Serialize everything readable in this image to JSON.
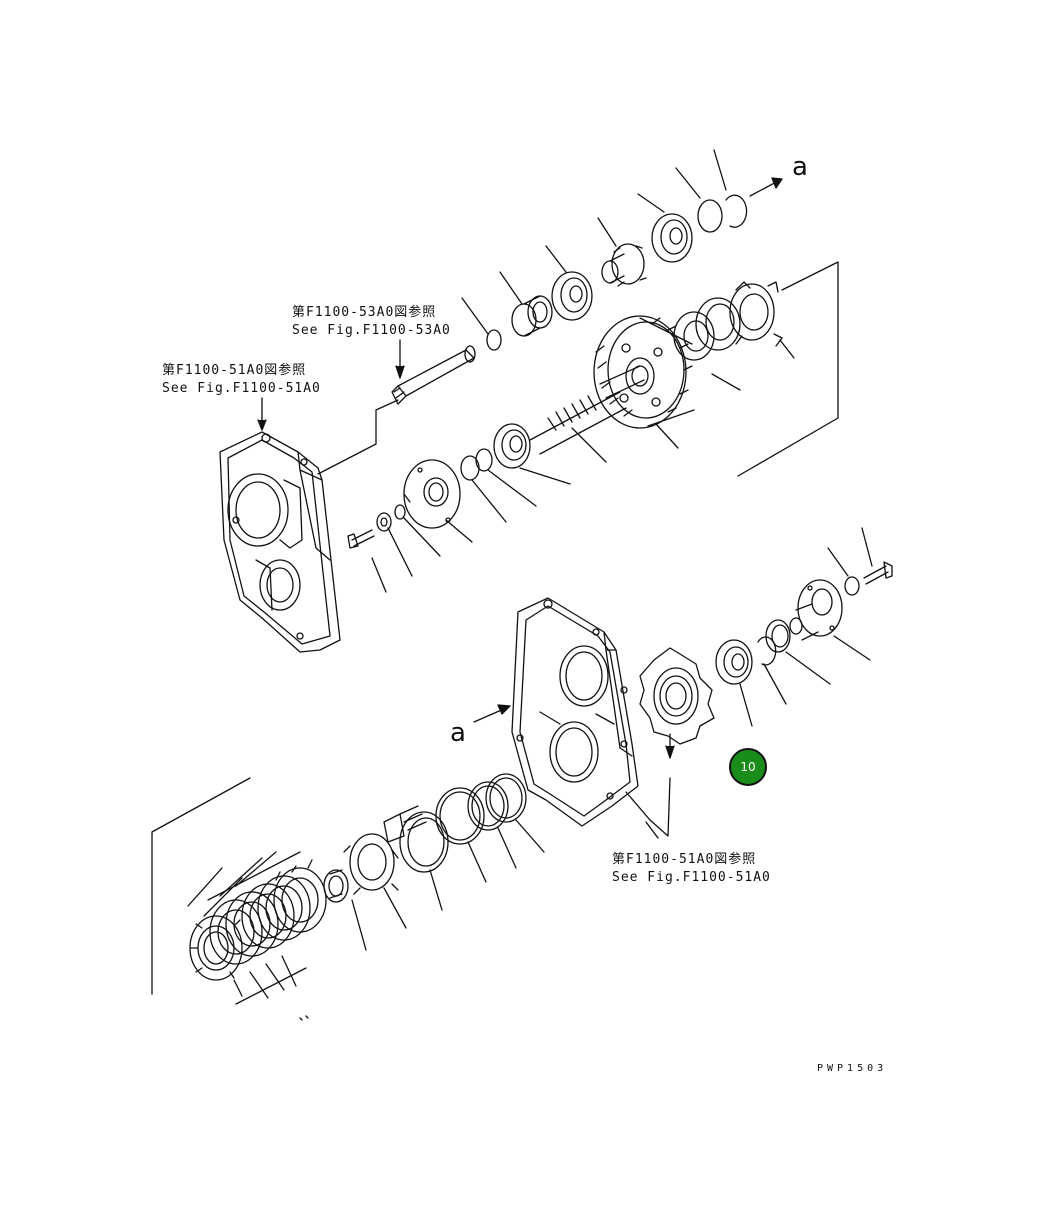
{
  "refs": {
    "ref_53a0_jp": "第F1100-53A0図参照",
    "ref_53a0_en": "See Fig.F1100-53A0",
    "ref_51a0_top_jp": "第F1100-51A0図参照",
    "ref_51a0_top_en": "See Fig.F1100-51A0",
    "ref_51a0_bottom_jp": "第F1100-51A0図参照",
    "ref_51a0_bottom_en": "See Fig.F1100-51A0"
  },
  "markers": {
    "a_top": "a",
    "a_bottom": "a"
  },
  "callout": {
    "number": "10",
    "fill": "#1a8c1a",
    "text_color": "#ffffff"
  },
  "drawing_code": "PWP1503",
  "colors": {
    "line": "#111111",
    "background": "#ffffff"
  }
}
